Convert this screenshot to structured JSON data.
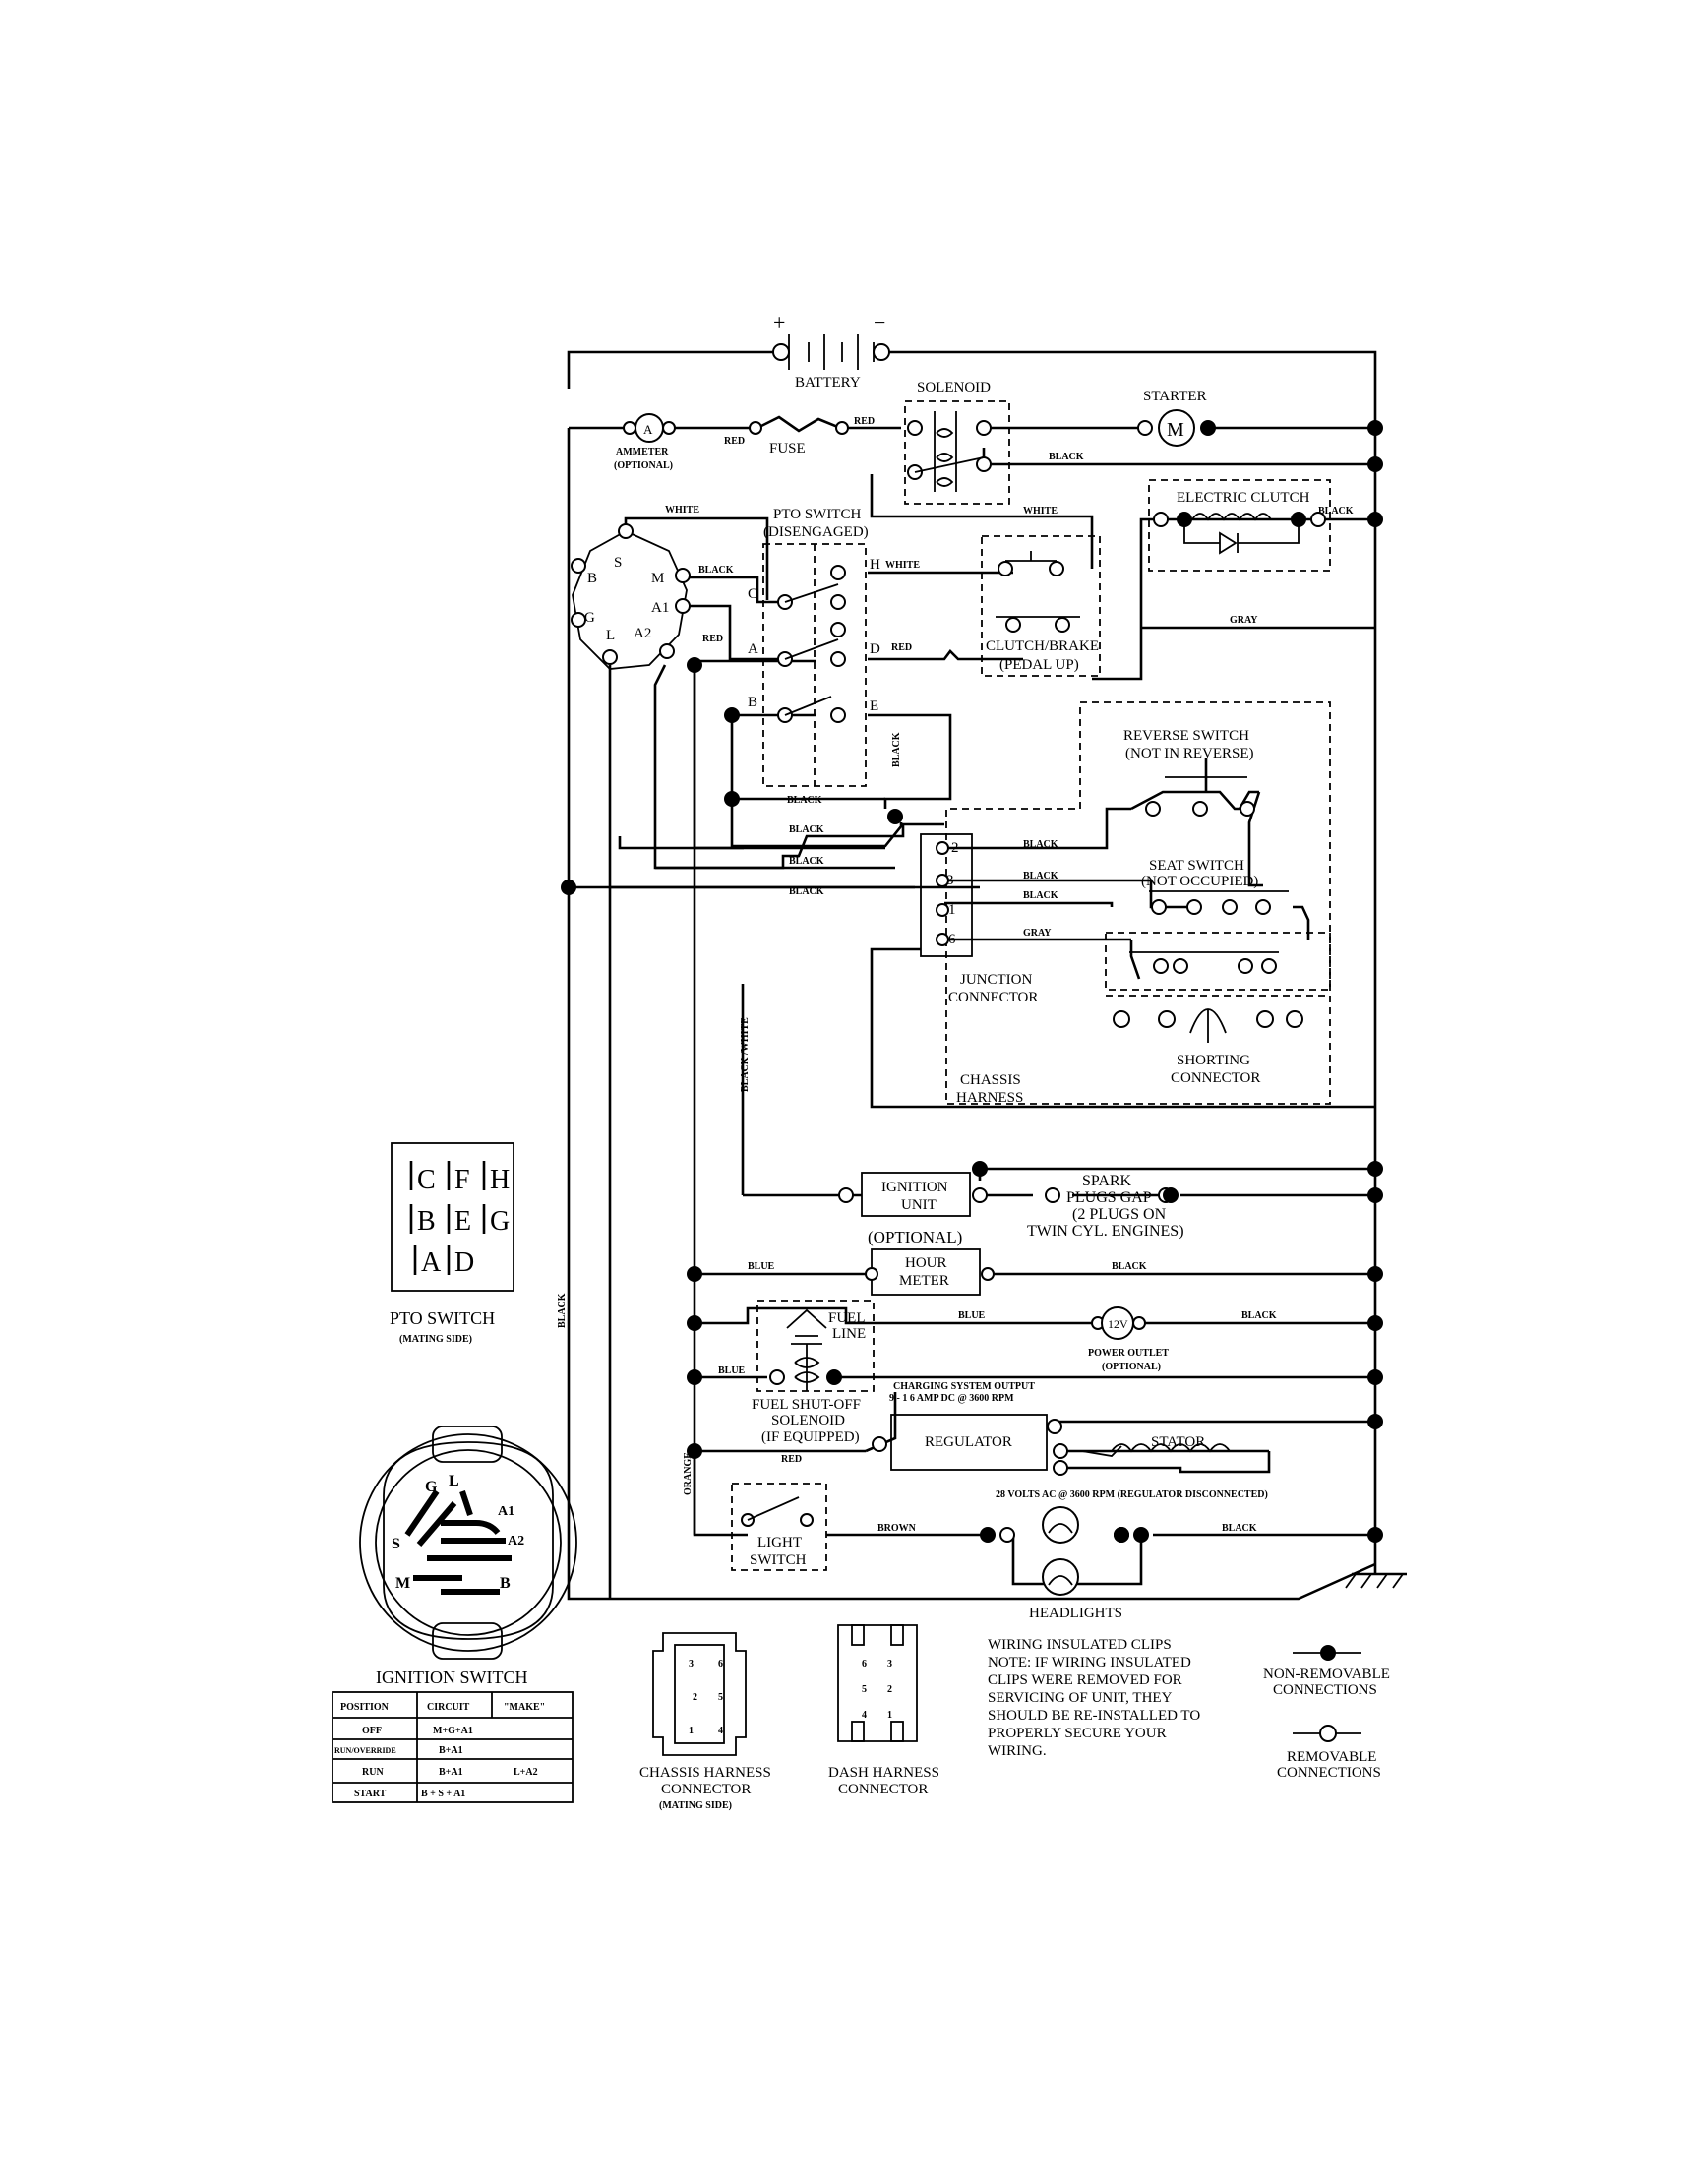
{
  "components": {
    "battery": "BATTERY",
    "battery_plus": "+",
    "battery_minus": "−",
    "solenoid": "SOLENOID",
    "starter": "STARTER",
    "starter_symbol": "M",
    "ammeter": "AMMETER",
    "ammeter_optional": "(OPTIONAL)",
    "ammeter_symbol": "A",
    "fuse": "FUSE",
    "electric_clutch": "ELECTRIC CLUTCH",
    "pto_switch": "PTO SWITCH",
    "pto_state": "(DISENGAGED)",
    "clutch_brake": "CLUTCH/BRAKE",
    "clutch_brake_state": "(PEDAL UP)",
    "reverse_switch": "REVERSE SWITCH",
    "reverse_state": "(NOT IN REVERSE)",
    "seat_switch": "SEAT SWITCH",
    "seat_state": "(NOT OCCUPIED)",
    "junction_connector_1": "JUNCTION",
    "junction_connector_2": "CONNECTOR",
    "shorting_connector_1": "SHORTING",
    "shorting_connector_2": "CONNECTOR",
    "chassis_harness_1": "CHASSIS",
    "chassis_harness_2": "HARNESS",
    "ignition_unit_1": "IGNITION",
    "ignition_unit_2": "UNIT",
    "spark_1": "SPARK",
    "spark_2": "PLUGS GAP",
    "spark_3": "(2 PLUGS ON",
    "spark_4": "TWIN CYL. ENGINES)",
    "hour_meter_optional": "(OPTIONAL)",
    "hour_meter_1": "HOUR",
    "hour_meter_2": "METER",
    "fuel_line_1": "FUEL",
    "fuel_line_2": "LINE",
    "power_outlet_symbol": "12V",
    "power_outlet_1": "POWER OUTLET",
    "power_outlet_2": "(OPTIONAL)",
    "charging_1": "CHARGING SYSTEM OUTPUT",
    "charging_2": "9 - 1 6 AMP DC @ 3600 RPM",
    "fuel_solenoid_1": "FUEL SHUT-OFF",
    "fuel_solenoid_2": "SOLENOID",
    "fuel_solenoid_3": "(IF EQUIPPED)",
    "regulator": "REGULATOR",
    "stator": "STATOR",
    "stator_volts": "28 VOLTS AC @ 3600 RPM (REGULATOR DISCONNECTED)",
    "light_switch_1": "LIGHT",
    "light_switch_2": "SWITCH",
    "headlights": "HEADLIGHTS"
  },
  "wire_labels": {
    "red": "RED",
    "black": "BLACK",
    "white": "WHITE",
    "gray": "GRAY",
    "blue": "BLUE",
    "brown": "BROWN",
    "orange": "ORANGE",
    "black_white": "BLACK /WHITE"
  },
  "pto_terminals": [
    "C",
    "A",
    "B",
    "H",
    "D",
    "E"
  ],
  "ignition_terminals": [
    "B",
    "S",
    "M",
    "A1",
    "A2",
    "L",
    "G"
  ],
  "junction_pins": [
    "2",
    "3",
    "1",
    "6"
  ],
  "pto_mating": {
    "rows": [
      [
        "C",
        "F",
        "H"
      ],
      [
        "B",
        "E",
        "G"
      ],
      [
        "A",
        "D"
      ]
    ],
    "title": "PTO SWITCH",
    "subtitle": "(MATING SIDE)"
  },
  "ignition_face": {
    "pins": [
      "G",
      "L",
      "A1",
      "A2",
      "S",
      "M",
      "B"
    ],
    "title": "IGNITION SWITCH"
  },
  "ignition_table": {
    "headers": [
      "POSITION",
      "CIRCUIT",
      "\"MAKE\""
    ],
    "rows": [
      [
        "OFF",
        "M+G+A1",
        ""
      ],
      [
        "RUN/OVERRIDE",
        "B+A1",
        ""
      ],
      [
        "RUN",
        "B+A1",
        "L+A2"
      ],
      [
        "START",
        "B + S + A1",
        ""
      ]
    ]
  },
  "chassis_connector": {
    "pins": [
      "3",
      "6",
      "2",
      "5",
      "1",
      "4"
    ],
    "title_1": "CHASSIS HARNESS",
    "title_2": "CONNECTOR",
    "title_3": "(MATING SIDE)"
  },
  "dash_connector": {
    "pins": [
      "6",
      "3",
      "5",
      "2",
      "4",
      "1"
    ],
    "title_1": "DASH HARNESS",
    "title_2": "CONNECTOR"
  },
  "note": [
    "WIRING INSULATED CLIPS",
    "NOTE: IF WIRING INSULATED",
    "CLIPS WERE REMOVED FOR",
    "SERVICING OF UNIT, THEY",
    "SHOULD BE RE-INSTALLED TO",
    "PROPERLY SECURE YOUR",
    "WIRING."
  ],
  "legend": {
    "nonremovable_1": "NON-REMOVABLE",
    "nonremovable_2": "CONNECTIONS",
    "removable_1": "REMOVABLE",
    "removable_2": "CONNECTIONS"
  }
}
